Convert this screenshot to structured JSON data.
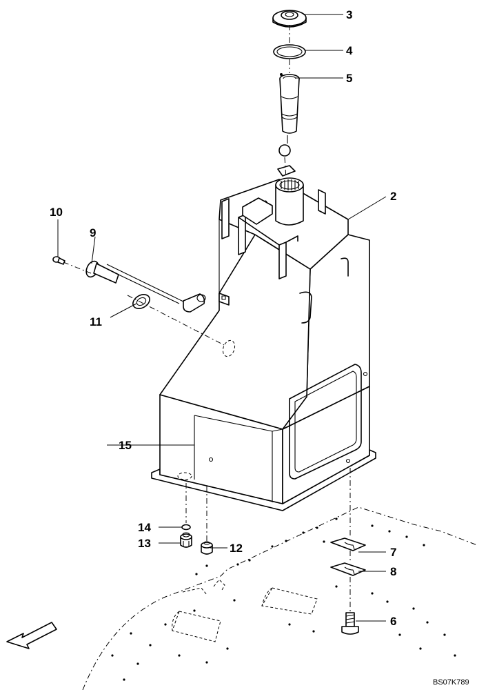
{
  "callouts": [
    {
      "id": "p2",
      "label": "2"
    },
    {
      "id": "p3",
      "label": "3"
    },
    {
      "id": "p4",
      "label": "4"
    },
    {
      "id": "p5",
      "label": "5"
    },
    {
      "id": "p6",
      "label": "6"
    },
    {
      "id": "p7",
      "label": "7"
    },
    {
      "id": "p8",
      "label": "8"
    },
    {
      "id": "p9",
      "label": "9"
    },
    {
      "id": "p10",
      "label": "10"
    },
    {
      "id": "p11",
      "label": "11"
    },
    {
      "id": "p12",
      "label": "12"
    },
    {
      "id": "p13",
      "label": "13"
    },
    {
      "id": "p14",
      "label": "14"
    },
    {
      "id": "p15",
      "label": "15"
    }
  ],
  "reference_code": "BS07K789",
  "icons": {
    "direction_arrow": "front-direction-arrow-icon"
  }
}
